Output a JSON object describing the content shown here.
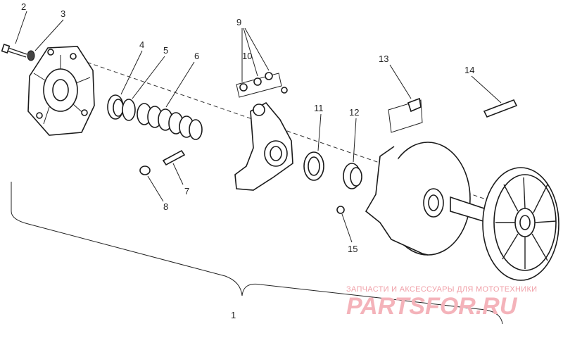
{
  "callouts": {
    "c1": "1",
    "c2": "2",
    "c3": "3",
    "c4": "4",
    "c5": "5",
    "c6": "6",
    "c7": "7",
    "c8": "8",
    "c9": "9",
    "c10": "10",
    "c11": "11",
    "c12": "12",
    "c13": "13",
    "c14": "14",
    "c15": "15"
  },
  "watermark": {
    "tagline": "ЗАПЧАСТИ И АКСЕССУАРЫ ДЛЯ МОТОТЕХНИКИ",
    "logo": "PARTSFOR.RU"
  }
}
